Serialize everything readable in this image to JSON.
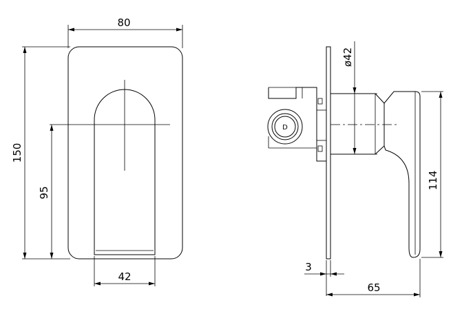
{
  "front_view": {
    "dims": {
      "width": "80",
      "height": "150",
      "center_height": "95",
      "lever_width": "42"
    }
  },
  "side_view": {
    "dims": {
      "diameter": "ø42",
      "lever_height": "114",
      "plate_thickness": "3",
      "depth": "65"
    },
    "cartridge_marker": "D"
  }
}
